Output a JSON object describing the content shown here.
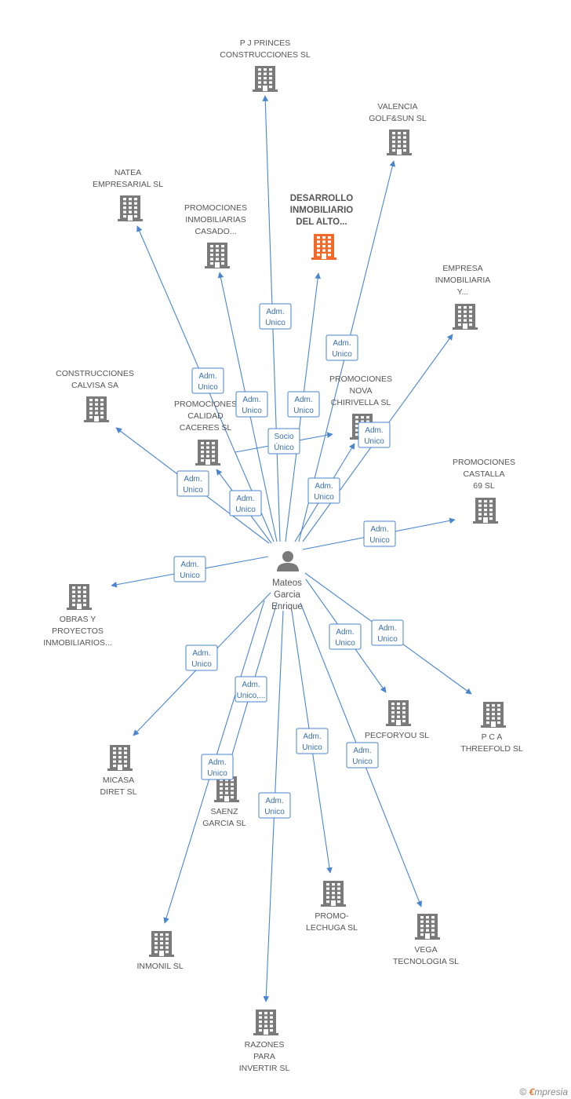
{
  "colors": {
    "edge": "#4a86d0",
    "building": "#7a7a7a",
    "building_main": "#f26a2a",
    "person": "#7a7a7a"
  },
  "icons": {
    "company": "building-icon",
    "person": "person-icon"
  },
  "center": {
    "label": [
      "Mateos",
      "Garcia",
      "Enrique"
    ]
  },
  "nodes": [
    {
      "id": "pj",
      "label": [
        "P J PRINCES",
        "CONSTRUCCIONES SL"
      ]
    },
    {
      "id": "valencia",
      "label": [
        "VALENCIA",
        "GOLF&SUN SL"
      ]
    },
    {
      "id": "natea",
      "label": [
        "NATEA",
        "EMPRESARIAL SL"
      ]
    },
    {
      "id": "casado",
      "label": [
        "PROMOCIONES",
        "INMOBILIARIAS",
        "CASADO..."
      ]
    },
    {
      "id": "alto",
      "label": [
        "DESARROLLO",
        "INMOBILIARIO",
        "DEL ALTO..."
      ],
      "main": true
    },
    {
      "id": "empresa",
      "label": [
        "EMPRESA",
        "INMOBILIARIA",
        "Y..."
      ]
    },
    {
      "id": "calvisa",
      "label": [
        "CONSTRUCCIONES",
        "CALVISA SA"
      ]
    },
    {
      "id": "caceres",
      "label": [
        "PROMOCIONES",
        "CALIDAD",
        "CACERES SL"
      ]
    },
    {
      "id": "chirivella",
      "label": [
        "PROMOCIONES",
        "NOVA",
        "CHIRIVELLA SL"
      ]
    },
    {
      "id": "castalla",
      "label": [
        "PROMOCIONES",
        "CASTALLA",
        "69 SL"
      ]
    },
    {
      "id": "obras",
      "label": [
        "OBRAS Y",
        "PROYECTOS",
        "INMOBILIARIOS..."
      ]
    },
    {
      "id": "micasa",
      "label": [
        "MICASA",
        "DIRET SL"
      ]
    },
    {
      "id": "saenz",
      "label": [
        "SAENZ",
        "GARCIA SL"
      ]
    },
    {
      "id": "pecforyou",
      "label": [
        "PECFORYOU SL"
      ]
    },
    {
      "id": "pca",
      "label": [
        "P C A",
        "THREEFOLD SL"
      ]
    },
    {
      "id": "lechuga",
      "label": [
        "PROMO-",
        "LECHUGA SL"
      ]
    },
    {
      "id": "vega",
      "label": [
        "VEGA",
        "TECNOLOGIA SL"
      ]
    },
    {
      "id": "inmonil",
      "label": [
        "INMONIL SL"
      ]
    },
    {
      "id": "razones",
      "label": [
        "RAZONES",
        "PARA",
        "INVERTIR SL"
      ]
    }
  ],
  "relations": [
    {
      "to": "pj",
      "label": [
        "Adm.",
        "Unico"
      ]
    },
    {
      "to": "valencia",
      "label": [
        "Adm.",
        "Unico"
      ]
    },
    {
      "to": "natea",
      "label": [
        "Adm.",
        "Unico"
      ]
    },
    {
      "to": "casado",
      "label": [
        "Adm.",
        "Unico"
      ]
    },
    {
      "to": "alto",
      "label": [
        "Adm.",
        "Unico"
      ]
    },
    {
      "to": "empresa",
      "label": [
        "Adm.",
        "Unico"
      ]
    },
    {
      "to": "calvisa",
      "label": [
        "Adm.",
        "Unico"
      ]
    },
    {
      "to": "caceres",
      "label": [
        "Adm.",
        "Unico"
      ]
    },
    {
      "to": "chirivella",
      "label": [
        "Adm.",
        "Unico"
      ]
    },
    {
      "to": "chirivella",
      "label": [
        "Socio",
        "Único"
      ]
    },
    {
      "to": "castalla",
      "label": [
        "Adm.",
        "Unico"
      ]
    },
    {
      "to": "obras",
      "label": [
        "Adm.",
        "Unico"
      ]
    },
    {
      "to": "micasa",
      "label": [
        "Adm.",
        "Unico"
      ]
    },
    {
      "to": "saenz",
      "label": [
        "Adm.",
        "Unico,..."
      ]
    },
    {
      "to": "inmonil",
      "label": [
        "Adm.",
        "Unico"
      ]
    },
    {
      "to": "pecforyou",
      "label": [
        "Adm.",
        "Unico"
      ]
    },
    {
      "to": "pca",
      "label": [
        "Adm.",
        "Unico"
      ]
    },
    {
      "to": "lechuga",
      "label": [
        "Adm.",
        "Unico"
      ]
    },
    {
      "to": "vega",
      "label": [
        "Adm.",
        "Unico"
      ]
    },
    {
      "to": "razones",
      "label": [
        "Adm.",
        "Unico"
      ]
    }
  ],
  "brand": {
    "copyright": "©",
    "e": "€",
    "rest": "mpresia"
  }
}
